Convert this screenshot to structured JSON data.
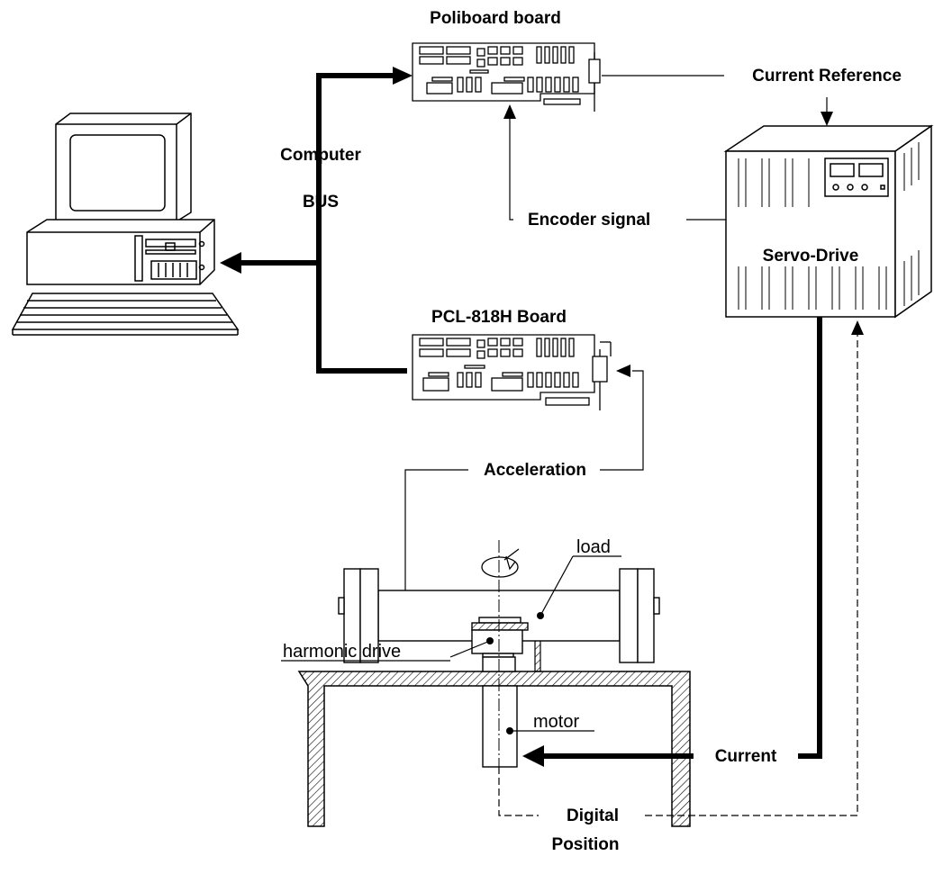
{
  "labels": {
    "poliboard": "Poliboard board",
    "current_reference": "Current Reference",
    "computer": "Computer",
    "bus": "BUS",
    "encoder_signal": "Encoder  signal",
    "servo_drive": "Servo-Drive",
    "pcl_board": "PCL-818H Board",
    "acceleration": "Acceleration",
    "load": "load",
    "harmonic_drive": "harmonic drive",
    "motor": "motor",
    "current": "Current",
    "digital": "Digital",
    "position": "Position"
  }
}
